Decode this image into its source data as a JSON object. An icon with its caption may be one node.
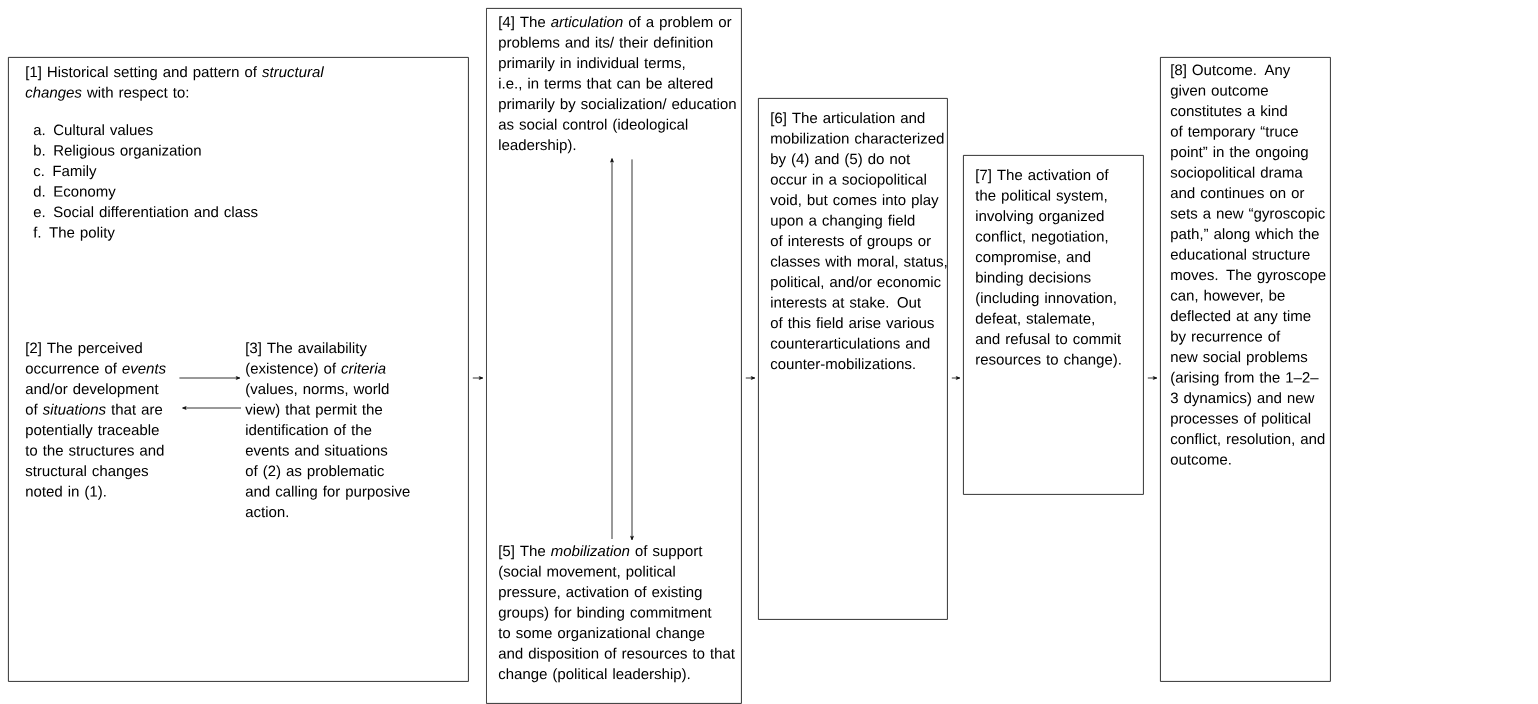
{
  "diagram": {
    "nodes": [
      {
        "text": [
          "[1] Historical setting and pattern of *structural changes* with respect to:",
          "a. Cultural values",
          "b. Religious organization",
          "c. Family",
          "d. Economy",
          "e. Social differentiation and class",
          "f. The polity"
        ]
      },
      {
        "text": [
          "[2] The perceived occurrence of *events* and/or development of *situations* that are potentially traceable to the structures and structural changes noted in (1)."
        ],
        "in": 0
      },
      {
        "text": [
          "[3] The availability (existence) of *criteria* (values, norms, world view) that permit the identification of the events and situations of (2) as problematic and calling for purposive action."
        ],
        "in": 0
      },
      {
        "text": [],
        "shape": "box"
      },
      {
        "text": [
          "[4] The *articulation* of a problem or problems and its/ their definition primarily in individual terms, i.e., in terms that can be altered primarily by socialization/ education as social control (ideological leadership)."
        ],
        "in": 3
      },
      {
        "text": [
          "[5] The *mobilization* of support (social movement, political pressure, activation of existing groups) for binding commitment to some organizational change and disposition of resources to that change (political leadership)."
        ],
        "in": 3
      },
      {
        "text": [
          "[6] The articulation and mobilization characterized by (4) and (5) do not occur in a sociopolitical void, but comes into play upon a changing field of interests of groups or classes with moral, status, political, and/or economic interests at stake. Out of this field arise various counterarticulations and counter-mobilizations."
        ]
      },
      {
        "text": [
          "[7] The activation of the political system, involving organized conflict, negotiation, compromise, and binding decisions (including innovation, defeat, stalemate, and refusal to commit resources to change)."
        ]
      },
      {
        "text": [
          "[8] Outcome. Any given outcome constitutes a kind of temporary “truce point” in the ongoing sociopolitical drama and continues on or sets a new “gyroscopic path,” along which the educational structure moves. The gyroscope can, however, be deflected at any time by recurrence of new social problems (arising from the 1–2–3 dynamics) and new processes of political conflict, resolution, and outcome."
        ]
      }
    ],
    "edges": [
      {
        "from": 1,
        "to": 2,
        "arrow": "to"
      },
      {
        "from": 2,
        "to": 1,
        "arrow": "to"
      },
      {
        "from": 5,
        "to": 4,
        "arrow": "to"
      },
      {
        "from": 4,
        "to": 5,
        "arrow": "to"
      },
      {
        "from": 0,
        "to": 3,
        "arrow": "to"
      },
      {
        "from": 3,
        "to": 6,
        "arrow": "to"
      },
      {
        "from": 6,
        "to": 7,
        "arrow": "to"
      },
      {
        "from": 7,
        "to": 8,
        "arrow": "to"
      }
    ]
  }
}
